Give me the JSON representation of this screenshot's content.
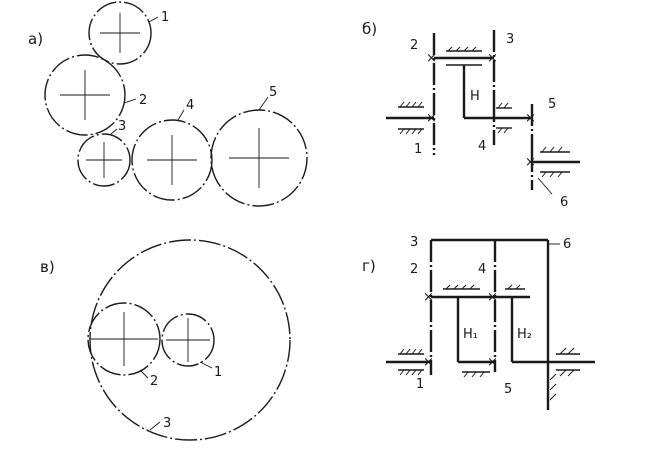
{
  "panels": [
    {
      "label": "а)",
      "gear_labels": [
        "1",
        "2",
        "3",
        "4",
        "5"
      ]
    },
    {
      "label": "б)",
      "gear_labels": [
        "2",
        "3",
        "1",
        "4",
        "5",
        "6"
      ],
      "carrier_label": "H"
    },
    {
      "label": "в)",
      "gear_labels": [
        "2",
        "1",
        "3"
      ]
    },
    {
      "label": "г)",
      "gear_labels": [
        "3",
        "2",
        "4",
        "6",
        "1",
        "5"
      ],
      "carrier_labels": [
        "H₁",
        "H₂"
      ]
    }
  ]
}
